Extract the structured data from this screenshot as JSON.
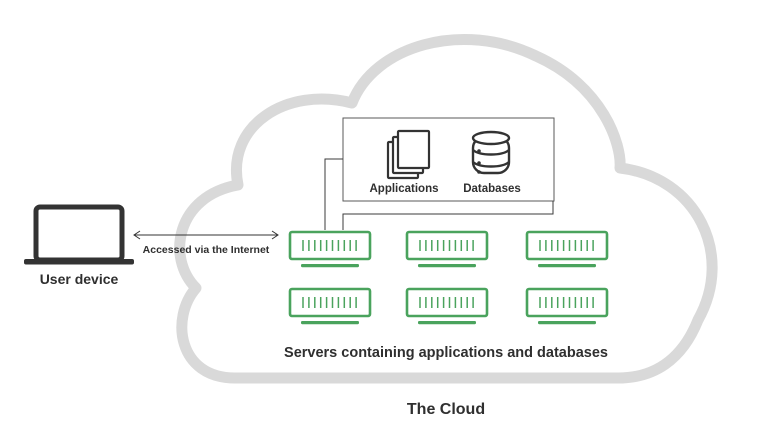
{
  "labels": {
    "applications": "Applications",
    "databases": "Databases",
    "access": "Accessed via the Internet",
    "user_device": "User device",
    "servers": "Servers containing applications and databases",
    "cloud": "The Cloud"
  },
  "icons": {
    "laptop": "laptop-icon",
    "documents": "documents-icon",
    "database": "database-icon",
    "server": "server-icon"
  },
  "colors": {
    "cloud_outline": "#d9d9d9",
    "server_green": "#4aa35d",
    "dark": "#333333",
    "text": "#2f2f2f",
    "line": "#3b3b3b"
  },
  "servers": {
    "count": 6
  }
}
